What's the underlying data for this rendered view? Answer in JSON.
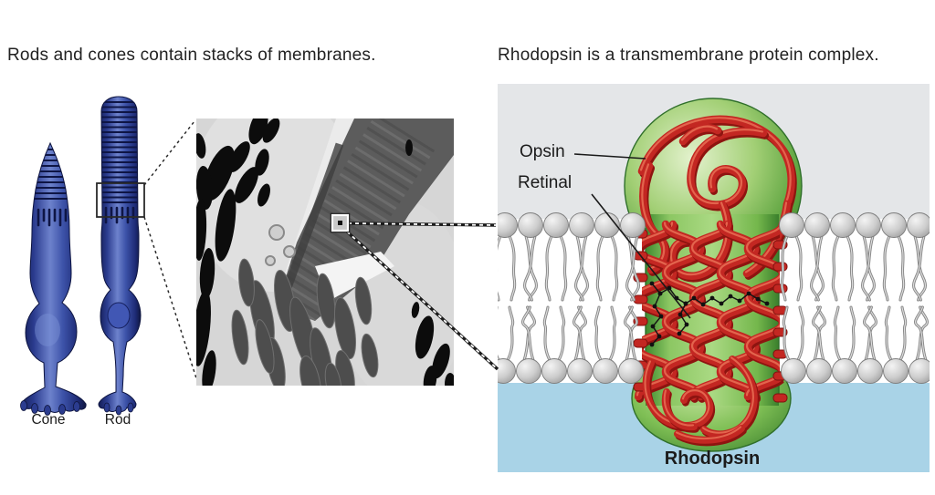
{
  "left_panel": {
    "title": "Rods and cones contain stacks of membranes.",
    "cone_label": "Cone",
    "rod_label": "Rod"
  },
  "right_panel": {
    "title": "Rhodopsin is a transmembrane protein complex.",
    "opsin_label": "Opsin",
    "retinal_label": "Retinal",
    "rhodopsin_label": "Rhodopsin"
  },
  "colors": {
    "panelGray": "#e4e6e8",
    "panelBlue": "#a9d3e7",
    "proteinGreen": "#7ab648",
    "ribbonRed": "#c32722",
    "cellBlue": "#2c3e95",
    "lipidGray": "#c9c9c9",
    "titleText": "#222222"
  }
}
